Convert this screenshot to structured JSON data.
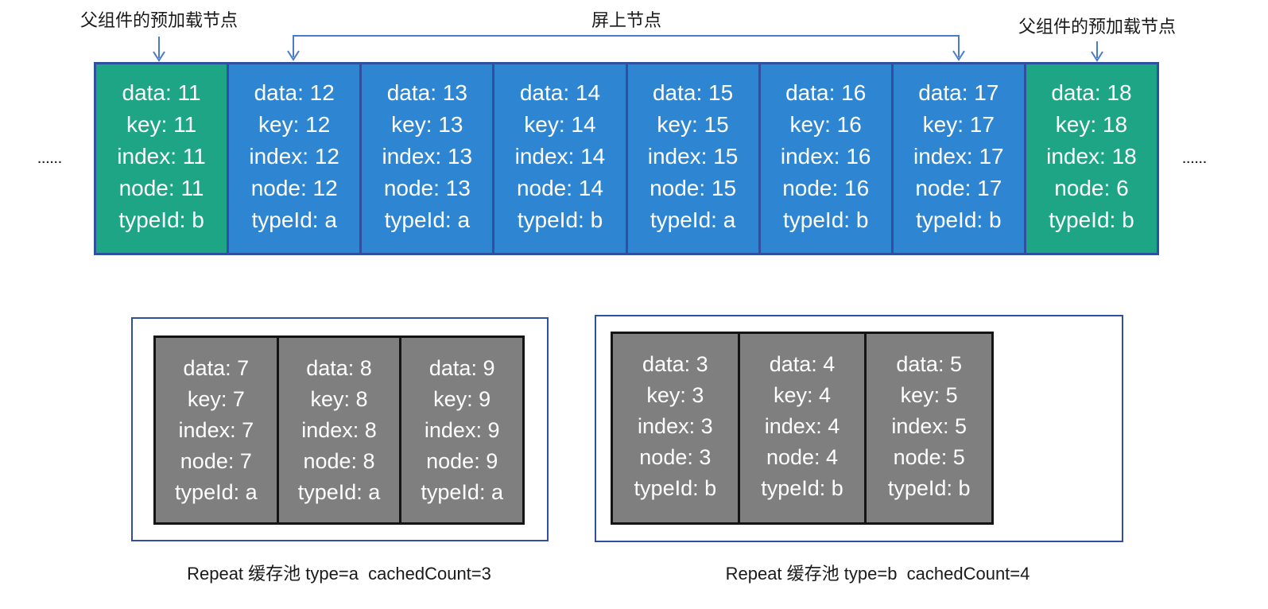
{
  "labels": {
    "preload_left": "父组件的预加载节点",
    "onscreen": "屏上节点",
    "preload_right": "父组件的预加载节点",
    "ellipsis_left": "......",
    "ellipsis_right": "......"
  },
  "colors": {
    "preload_green": "#1ea586",
    "onscreen_blue": "#2e86d2",
    "card_border": "#2f4f9f",
    "pool_border": "#2f4f9f",
    "cache_gray": "#7f7f7f",
    "cache_card_border": "#141414",
    "arrow_blue": "#4a7bc8",
    "card_text": "#ffffff",
    "label_text": "#1a1a1a"
  },
  "top_row": {
    "cards": [
      {
        "type": "preload",
        "lines": [
          "data: 11",
          "key: 11",
          "index: 11",
          "node: 11",
          "typeId: b"
        ]
      },
      {
        "type": "onscreen",
        "lines": [
          "data: 12",
          "key: 12",
          "index: 12",
          "node: 12",
          "typeId: a"
        ]
      },
      {
        "type": "onscreen",
        "lines": [
          "data: 13",
          "key: 13",
          "index: 13",
          "node: 13",
          "typeId: a"
        ]
      },
      {
        "type": "onscreen",
        "lines": [
          "data: 14",
          "key: 14",
          "index: 14",
          "node: 14",
          "typeId: b"
        ]
      },
      {
        "type": "onscreen",
        "lines": [
          "data: 15",
          "key: 15",
          "index: 15",
          "node: 15",
          "typeId: a"
        ]
      },
      {
        "type": "onscreen",
        "lines": [
          "data: 16",
          "key: 16",
          "index: 16",
          "node: 16",
          "typeId: b"
        ]
      },
      {
        "type": "onscreen",
        "lines": [
          "data: 17",
          "key: 17",
          "index: 17",
          "node: 17",
          "typeId: b"
        ]
      },
      {
        "type": "preload",
        "lines": [
          "data: 18",
          "key: 18",
          "index: 18",
          "node: 6",
          "typeId: b"
        ]
      }
    ]
  },
  "pools": [
    {
      "caption": "Repeat 缓存池 type=a  cachedCount=3",
      "cards": [
        {
          "lines": [
            "data: 7",
            "key: 7",
            "index: 7",
            "node: 7",
            "typeId: a"
          ]
        },
        {
          "lines": [
            "data: 8",
            "key: 8",
            "index: 8",
            "node: 8",
            "typeId: a"
          ]
        },
        {
          "lines": [
            "data: 9",
            "key: 9",
            "index: 9",
            "node: 9",
            "typeId: a"
          ]
        }
      ]
    },
    {
      "caption": "Repeat 缓存池 type=b  cachedCount=4",
      "cards": [
        {
          "lines": [
            "data: 3",
            "key: 3",
            "index: 3",
            "node: 3",
            "typeId: b"
          ]
        },
        {
          "lines": [
            "data: 4",
            "key: 4",
            "index: 4",
            "node: 4",
            "typeId: b"
          ]
        },
        {
          "lines": [
            "data: 5",
            "key: 5",
            "index: 5",
            "node: 5",
            "typeId: b"
          ]
        }
      ]
    }
  ]
}
